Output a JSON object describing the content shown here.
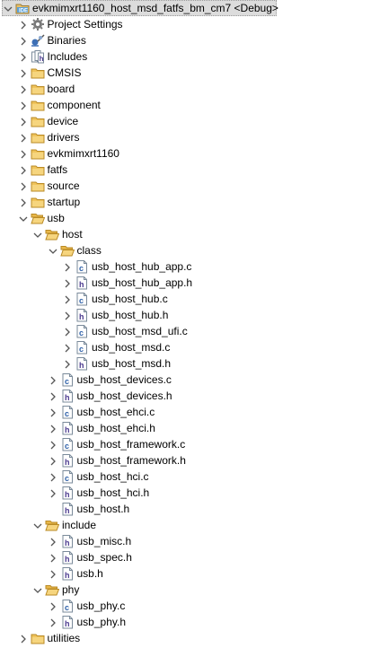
{
  "project_tree": {
    "nodes": [
      {
        "label": "evkmimxrt1160_host_msd_fatfs_bm_cm7 <Debug>",
        "depth": 0,
        "icon": "project-icon",
        "expanded": true,
        "root": true
      },
      {
        "label": "Project Settings",
        "depth": 1,
        "icon": "settings-icon",
        "expanded": false
      },
      {
        "label": "Binaries",
        "depth": 1,
        "icon": "binaries-icon",
        "expanded": false
      },
      {
        "label": "Includes",
        "depth": 1,
        "icon": "includes-icon",
        "expanded": false
      },
      {
        "label": "CMSIS",
        "depth": 1,
        "icon": "folder-icon",
        "expanded": false
      },
      {
        "label": "board",
        "depth": 1,
        "icon": "folder-icon",
        "expanded": false
      },
      {
        "label": "component",
        "depth": 1,
        "icon": "folder-icon",
        "expanded": false
      },
      {
        "label": "device",
        "depth": 1,
        "icon": "folder-icon",
        "expanded": false
      },
      {
        "label": "drivers",
        "depth": 1,
        "icon": "folder-icon",
        "expanded": false
      },
      {
        "label": "evkmimxrt1160",
        "depth": 1,
        "icon": "folder-icon",
        "expanded": false
      },
      {
        "label": "fatfs",
        "depth": 1,
        "icon": "folder-icon",
        "expanded": false
      },
      {
        "label": "source",
        "depth": 1,
        "icon": "folder-icon",
        "expanded": false
      },
      {
        "label": "startup",
        "depth": 1,
        "icon": "folder-icon",
        "expanded": false
      },
      {
        "label": "usb",
        "depth": 1,
        "icon": "folder-open-icon",
        "expanded": true
      },
      {
        "label": "host",
        "depth": 2,
        "icon": "folder-open-icon",
        "expanded": true
      },
      {
        "label": "class",
        "depth": 3,
        "icon": "folder-open-icon",
        "expanded": true
      },
      {
        "label": "usb_host_hub_app.c",
        "depth": 4,
        "icon": "c-file-icon",
        "expanded": false
      },
      {
        "label": "usb_host_hub_app.h",
        "depth": 4,
        "icon": "h-file-icon",
        "expanded": false
      },
      {
        "label": "usb_host_hub.c",
        "depth": 4,
        "icon": "c-file-icon",
        "expanded": false
      },
      {
        "label": "usb_host_hub.h",
        "depth": 4,
        "icon": "h-file-icon",
        "expanded": false
      },
      {
        "label": "usb_host_msd_ufi.c",
        "depth": 4,
        "icon": "c-file-icon",
        "expanded": false
      },
      {
        "label": "usb_host_msd.c",
        "depth": 4,
        "icon": "c-file-icon",
        "expanded": false
      },
      {
        "label": "usb_host_msd.h",
        "depth": 4,
        "icon": "h-file-icon",
        "expanded": false
      },
      {
        "label": "usb_host_devices.c",
        "depth": 3,
        "icon": "c-file-icon",
        "expanded": false
      },
      {
        "label": "usb_host_devices.h",
        "depth": 3,
        "icon": "h-file-icon",
        "expanded": false
      },
      {
        "label": "usb_host_ehci.c",
        "depth": 3,
        "icon": "c-file-icon",
        "expanded": false
      },
      {
        "label": "usb_host_ehci.h",
        "depth": 3,
        "icon": "h-file-icon",
        "expanded": false
      },
      {
        "label": "usb_host_framework.c",
        "depth": 3,
        "icon": "c-file-icon",
        "expanded": false
      },
      {
        "label": "usb_host_framework.h",
        "depth": 3,
        "icon": "h-file-icon",
        "expanded": false
      },
      {
        "label": "usb_host_hci.c",
        "depth": 3,
        "icon": "c-file-icon",
        "expanded": false
      },
      {
        "label": "usb_host_hci.h",
        "depth": 3,
        "icon": "h-file-icon",
        "expanded": false
      },
      {
        "label": "usb_host.h",
        "depth": 3,
        "icon": "h-file-icon",
        "expanded": null
      },
      {
        "label": "include",
        "depth": 2,
        "icon": "folder-open-icon",
        "expanded": true
      },
      {
        "label": "usb_misc.h",
        "depth": 3,
        "icon": "h-file-icon",
        "expanded": false
      },
      {
        "label": "usb_spec.h",
        "depth": 3,
        "icon": "h-file-icon",
        "expanded": false
      },
      {
        "label": "usb.h",
        "depth": 3,
        "icon": "h-file-icon",
        "expanded": false
      },
      {
        "label": "phy",
        "depth": 2,
        "icon": "folder-open-icon",
        "expanded": true
      },
      {
        "label": "usb_phy.c",
        "depth": 3,
        "icon": "c-file-icon",
        "expanded": false
      },
      {
        "label": "usb_phy.h",
        "depth": 3,
        "icon": "h-file-icon",
        "expanded": false
      },
      {
        "label": "utilities",
        "depth": 1,
        "icon": "folder-icon",
        "expanded": false
      }
    ]
  }
}
